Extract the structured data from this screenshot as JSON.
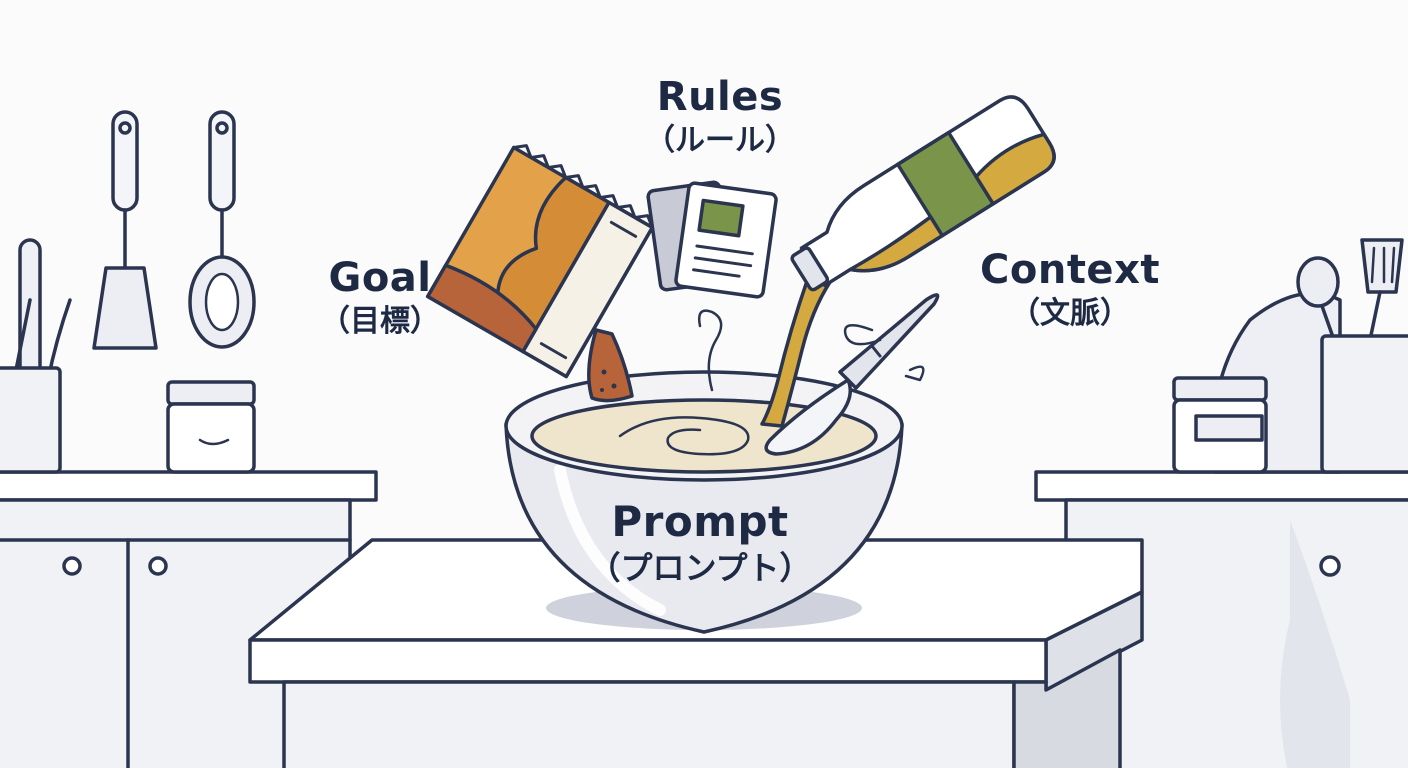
{
  "ingredients": {
    "goal": {
      "label_en": "Goal",
      "label_jp": "（目標）"
    },
    "rules": {
      "label_en": "Rules",
      "label_jp": "（ルール）"
    },
    "context": {
      "label_en": "Context",
      "label_jp": "（文脈）"
    }
  },
  "result": {
    "label_en": "Prompt",
    "label_jp": "（プロンプト）"
  },
  "colors": {
    "outline": "#2b3550",
    "bag_orange": "#e3a24a",
    "spice_brown": "#b7643a",
    "bottle_green": "#7a9449",
    "oil_gold": "#d4a93f",
    "batter_cream": "#efe4cc",
    "bowl_grey": "#e8e9ee",
    "counter_white": "#ffffff",
    "cabinet_grey": "#eceef3"
  },
  "icons": [
    "spatula-icon",
    "ladle-icon",
    "utensil-holder-icon",
    "jar-icon",
    "snack-bag-icon",
    "recipe-card-icon",
    "oil-bottle-icon",
    "whisk-spoon-icon",
    "mixing-bowl-icon"
  ]
}
